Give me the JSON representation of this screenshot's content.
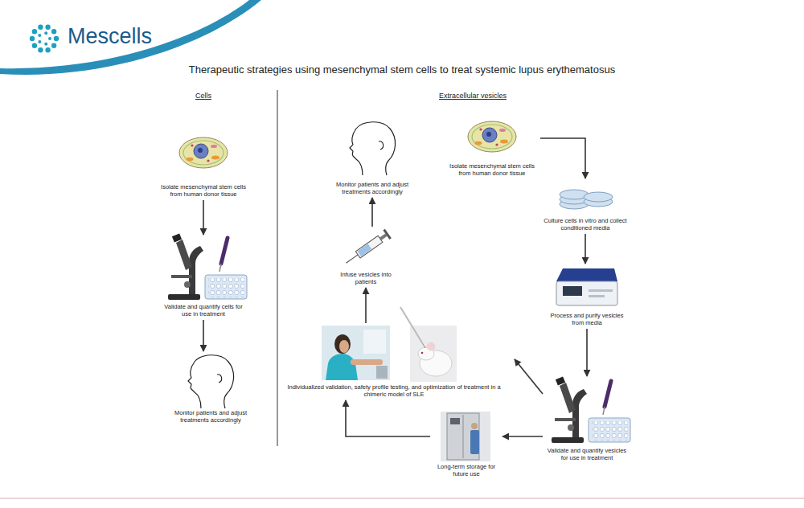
{
  "diagram": {
    "title": "Therapeutic strategies using mesenchymal stem cells to treat systemic lupus erythematosus",
    "nodes": [
      {
        "text": [
          "Isolate mesenchymal stem cells from human donor tissue"
        ]
      },
      {
        "text": [
          "Validate and quantify cells for use in treatment"
        ]
      },
      {
        "text": [
          "Monitor patients and adjust treatments accordingly"
        ]
      },
      {
        "text": [
          "Monitor patients and adjust treatments accordingly"
        ]
      },
      {
        "text": [
          "Infuse vesicles into patients"
        ]
      },
      {
        "text": [
          "Isolate mesenchymal stem cells from human donor tissue"
        ]
      },
      {
        "text": [
          "Culture cells in vitro and collect conditioned media"
        ]
      },
      {
        "text": [
          "Process and purify vesicles from media"
        ]
      },
      {
        "text": [
          "Individualized validation, safety profile testing, and optimization of treatment in a chimeric model of SLE"
        ]
      },
      {
        "text": [
          "Validate and quantify vesicles for use in treatment"
        ]
      },
      {
        "text": [
          "Long-term storage for future use"
        ]
      }
    ],
    "edges": [
      {
        "from": 0,
        "to": 1,
        "arrow": "to"
      },
      {
        "from": 1,
        "to": 2,
        "arrow": "to"
      },
      {
        "from": 5,
        "to": 6,
        "arrow": "to"
      },
      {
        "from": 6,
        "to": 7,
        "arrow": "to"
      },
      {
        "from": 7,
        "to": 9,
        "arrow": "to"
      },
      {
        "from": 9,
        "to": 8,
        "arrow": "to"
      },
      {
        "from": 9,
        "to": 10,
        "arrow": "to"
      },
      {
        "from": 10,
        "to": 8,
        "arrow": "to"
      },
      {
        "from": 8,
        "to": 4,
        "arrow": "to"
      },
      {
        "from": 4,
        "to": 3,
        "arrow": "to"
      }
    ],
    "labels": [
      "Mescells",
      "Cells",
      "Extracellular vesicles"
    ]
  }
}
